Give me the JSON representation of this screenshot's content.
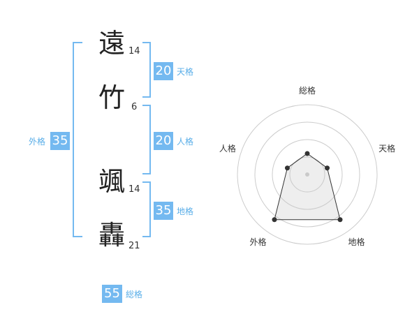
{
  "name": {
    "chars": [
      "遠",
      "竹",
      "颯",
      "轟"
    ],
    "strokes": [
      "14",
      "6",
      "14",
      "21"
    ]
  },
  "fortunes": {
    "ten": {
      "value": "20",
      "label": "天格"
    },
    "jin": {
      "value": "20",
      "label": "人格"
    },
    "chi": {
      "value": "35",
      "label": "地格"
    },
    "gai": {
      "value": "35",
      "label": "外格"
    },
    "sou": {
      "value": "55",
      "label": "総格"
    }
  },
  "colors": {
    "accent": "#74b9f0",
    "label": "#5aaee8",
    "text": "#222222"
  },
  "chart_data": {
    "type": "radar",
    "axes": [
      "総格",
      "天格",
      "地格",
      "外格",
      "人格"
    ],
    "values": [
      0.3,
      0.3,
      0.8,
      0.8,
      0.3
    ],
    "rings": 4,
    "max": 1
  }
}
